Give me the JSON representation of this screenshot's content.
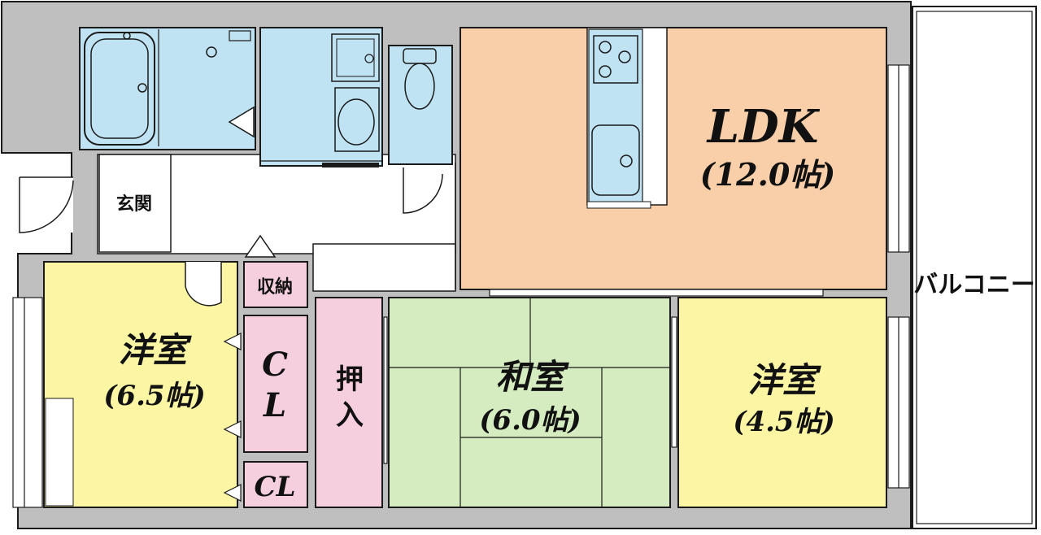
{
  "rooms": {
    "ldk": {
      "name": "LDK",
      "size": "(12.0帖)"
    },
    "western_large": {
      "name": "洋室",
      "size": "(6.5帖)"
    },
    "japanese": {
      "name": "和室",
      "size": "(6.0帖)"
    },
    "western_small": {
      "name": "洋室",
      "size": "(4.5帖)"
    },
    "entrance": {
      "name": "玄関"
    },
    "storage": {
      "name": "収納"
    },
    "closet_large": {
      "name": "CL"
    },
    "closet_small": {
      "name": "CL"
    },
    "oshiire": {
      "name": "押入"
    },
    "balcony": {
      "name": "バルコニー"
    }
  },
  "colors": {
    "wall": "#bfbfbf",
    "ldk": "#f8cfa8",
    "western": "#fbf5a4",
    "japanese": "#d5ecc1",
    "wet_area": "#bfe3f3",
    "storage": "#f6cfdf",
    "outline": "#1a1a1a"
  }
}
